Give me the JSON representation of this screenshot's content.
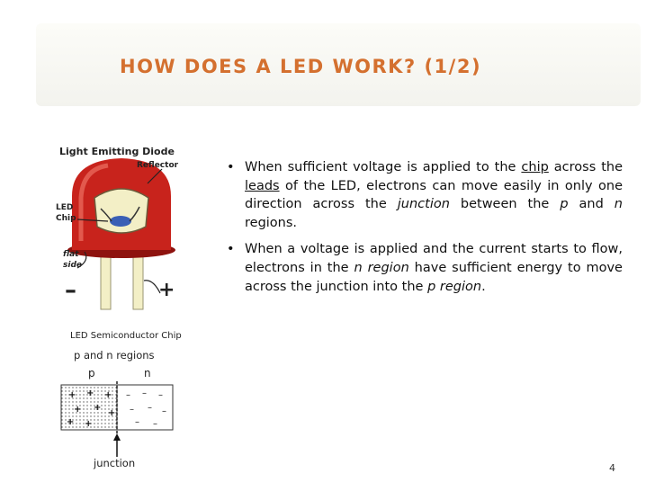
{
  "slide": {
    "title": "HOW DOES A LED WORK? (1/2)",
    "page_number": "4"
  },
  "led_figure": {
    "heading": "Light Emitting Diode",
    "reflector_label": "Reflector",
    "chip_label_1": "LED",
    "chip_label_2": "Chip",
    "flat_label_1": "flat",
    "flat_label_2": "side",
    "minus": "–",
    "plus": "+"
  },
  "chip_figure": {
    "heading": "LED Semiconductor Chip",
    "subheading": "p and n regions",
    "p_label": "p",
    "n_label": "n",
    "junction_label": "junction"
  },
  "bullets": [
    {
      "dot": "•",
      "parts": [
        {
          "text": "When sufficient voltage is applied to the ",
          "style": ""
        },
        {
          "text": "chip",
          "style": "u"
        },
        {
          "text": " across the ",
          "style": ""
        },
        {
          "text": "leads",
          "style": "u"
        },
        {
          "text": " of the LED, electrons can move easily in only one direction across the ",
          "style": ""
        },
        {
          "text": "junction",
          "style": "i"
        },
        {
          "text": " between the ",
          "style": ""
        },
        {
          "text": "p",
          "style": "i"
        },
        {
          "text": " and ",
          "style": ""
        },
        {
          "text": "n",
          "style": "i"
        },
        {
          "text": " regions.",
          "style": ""
        }
      ]
    },
    {
      "dot": "•",
      "parts": [
        {
          "text": "When a voltage is applied and the current starts to flow, electrons in the ",
          "style": ""
        },
        {
          "text": "n region",
          "style": "i"
        },
        {
          "text": " have sufficient energy to move across the junction into the ",
          "style": ""
        },
        {
          "text": "p region",
          "style": "i"
        },
        {
          "text": ".",
          "style": ""
        }
      ]
    }
  ],
  "colors": {
    "title": "#d4702f",
    "led_red": "#c8231c",
    "led_dark": "#8e130f"
  }
}
